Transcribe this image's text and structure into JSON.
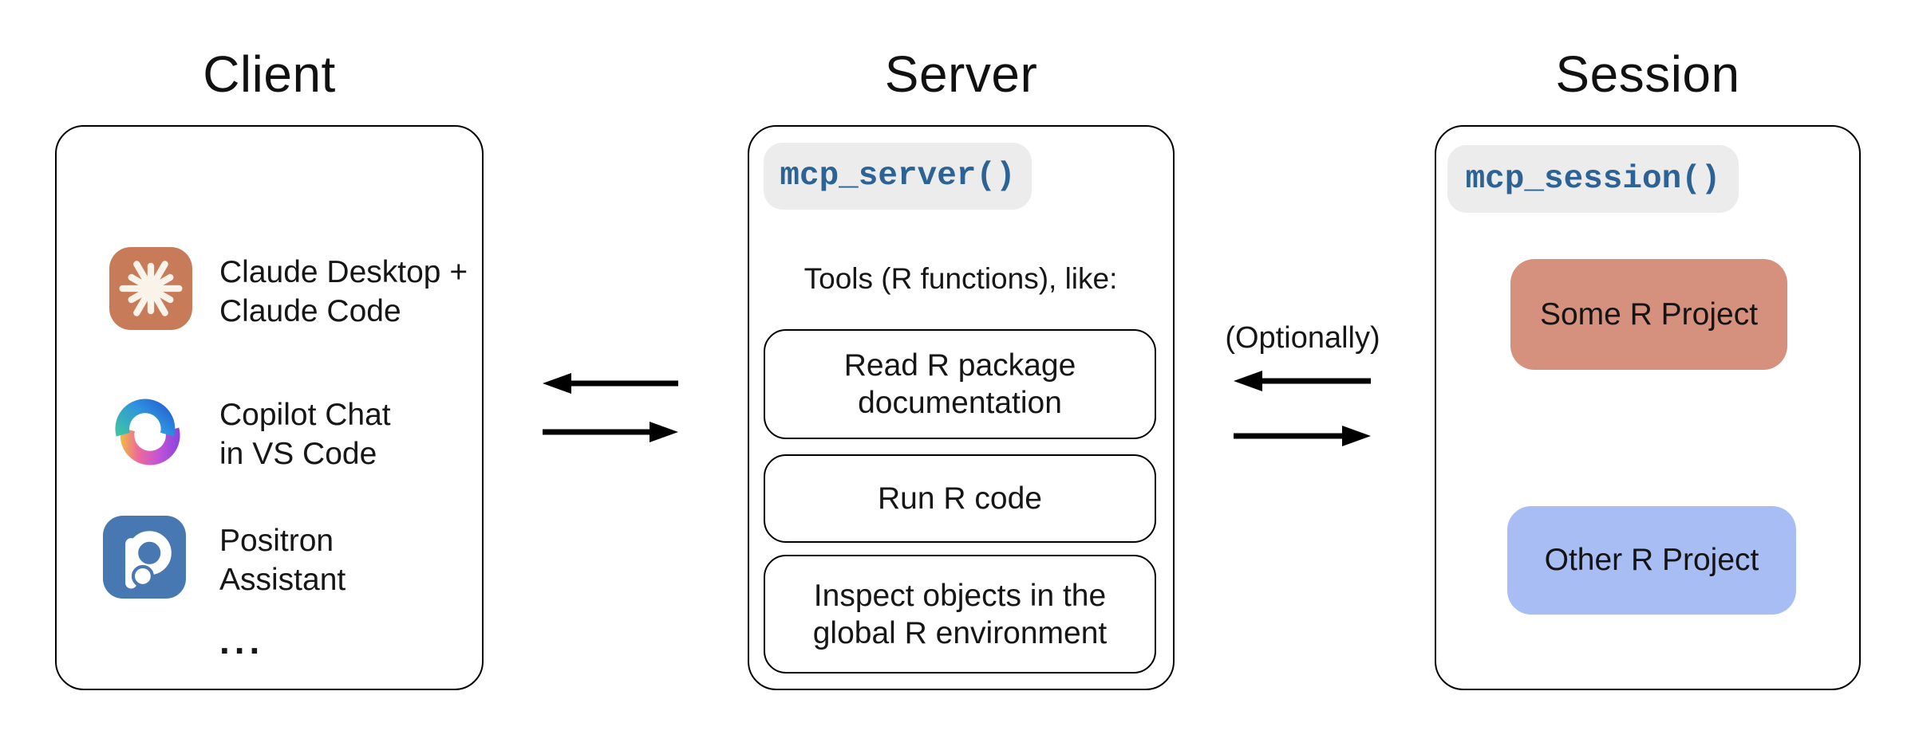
{
  "diagram": {
    "columns": [
      {
        "id": "client",
        "title": "Client",
        "items": [
          {
            "icon": "claude-icon",
            "label": "Claude Desktop +\nClaude Code"
          },
          {
            "icon": "copilot-icon",
            "label": "Copilot Chat\nin VS Code"
          },
          {
            "icon": "positron-icon",
            "label": "Positron\nAssistant"
          }
        ],
        "more_label": "..."
      },
      {
        "id": "server",
        "title": "Server",
        "code_chip": "mcp_server()",
        "tools_heading": "Tools (R functions), like:",
        "tools": [
          {
            "label": "Read R package\ndocumentation"
          },
          {
            "label": "Run R code"
          },
          {
            "label": "Inspect objects in the\nglobal R environment"
          }
        ]
      },
      {
        "id": "session",
        "title": "Session",
        "code_chip": "mcp_session()",
        "projects": [
          {
            "label": "Some R Project",
            "color": "#D6917E"
          },
          {
            "label": "Other R Project",
            "color": "#A7BDF3"
          }
        ]
      }
    ],
    "connections": {
      "client_server": {
        "direction": "bidirectional",
        "label": ""
      },
      "server_session": {
        "direction": "bidirectional",
        "label": "(Optionally)"
      }
    },
    "colors": {
      "background": "#FFFFFF",
      "text": "#111111",
      "box_border": "#000000",
      "arrow": "#000000",
      "code_chip_bg": "#ECECEC",
      "accent_code_text": "#2D6394",
      "claude_icon_bg": "#C77B58",
      "claude_icon_spark": "#FAF3EA",
      "positron_icon_bg": "#4878B2",
      "copilot_teal": "#3EC3A6",
      "copilot_blue": "#2457D0",
      "copilot_yellow": "#F0BC3F",
      "copilot_pink": "#EC6A9C",
      "copilot_purple": "#8843DF",
      "some_r_project_bg": "#D6917E",
      "other_r_project_bg": "#A7BDF3"
    }
  }
}
